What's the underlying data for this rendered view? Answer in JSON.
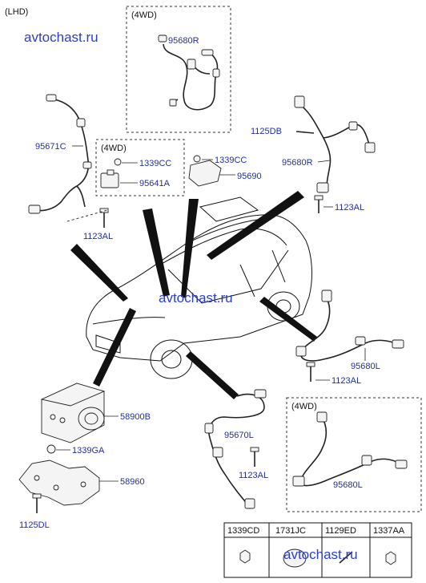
{
  "header": {
    "variant": "(LHD)"
  },
  "watermarks": [
    "avtochast.ru",
    "avtochast.ru",
    "avtochast.ru"
  ],
  "groups": {
    "g1": "(4WD)",
    "g2": "(4WD)",
    "g3": "(4WD)"
  },
  "labels": {
    "p95680R_top": "95680R",
    "p95671C": "95671C",
    "p1339CC_a": "1339CC",
    "p95641A": "95641A",
    "p1339CC_b": "1339CC",
    "p95690": "95690",
    "p1125DB": "1125DB",
    "p95680R_right": "95680R",
    "p1123AL_right": "1123AL",
    "p1123AL_left": "1123AL",
    "p95680L": "95680L",
    "p1123AL_mid": "1123AL",
    "p58900B": "58900B",
    "p1339GA": "1339GA",
    "p95670L": "95670L",
    "p58960": "58960",
    "p1123AL_bottom": "1123AL",
    "p95680L_4wd": "95680L",
    "p1125DL": "1125DL"
  },
  "table": {
    "headers": [
      "1339CD",
      "1731JC",
      "1129ED",
      "1337AA"
    ]
  }
}
